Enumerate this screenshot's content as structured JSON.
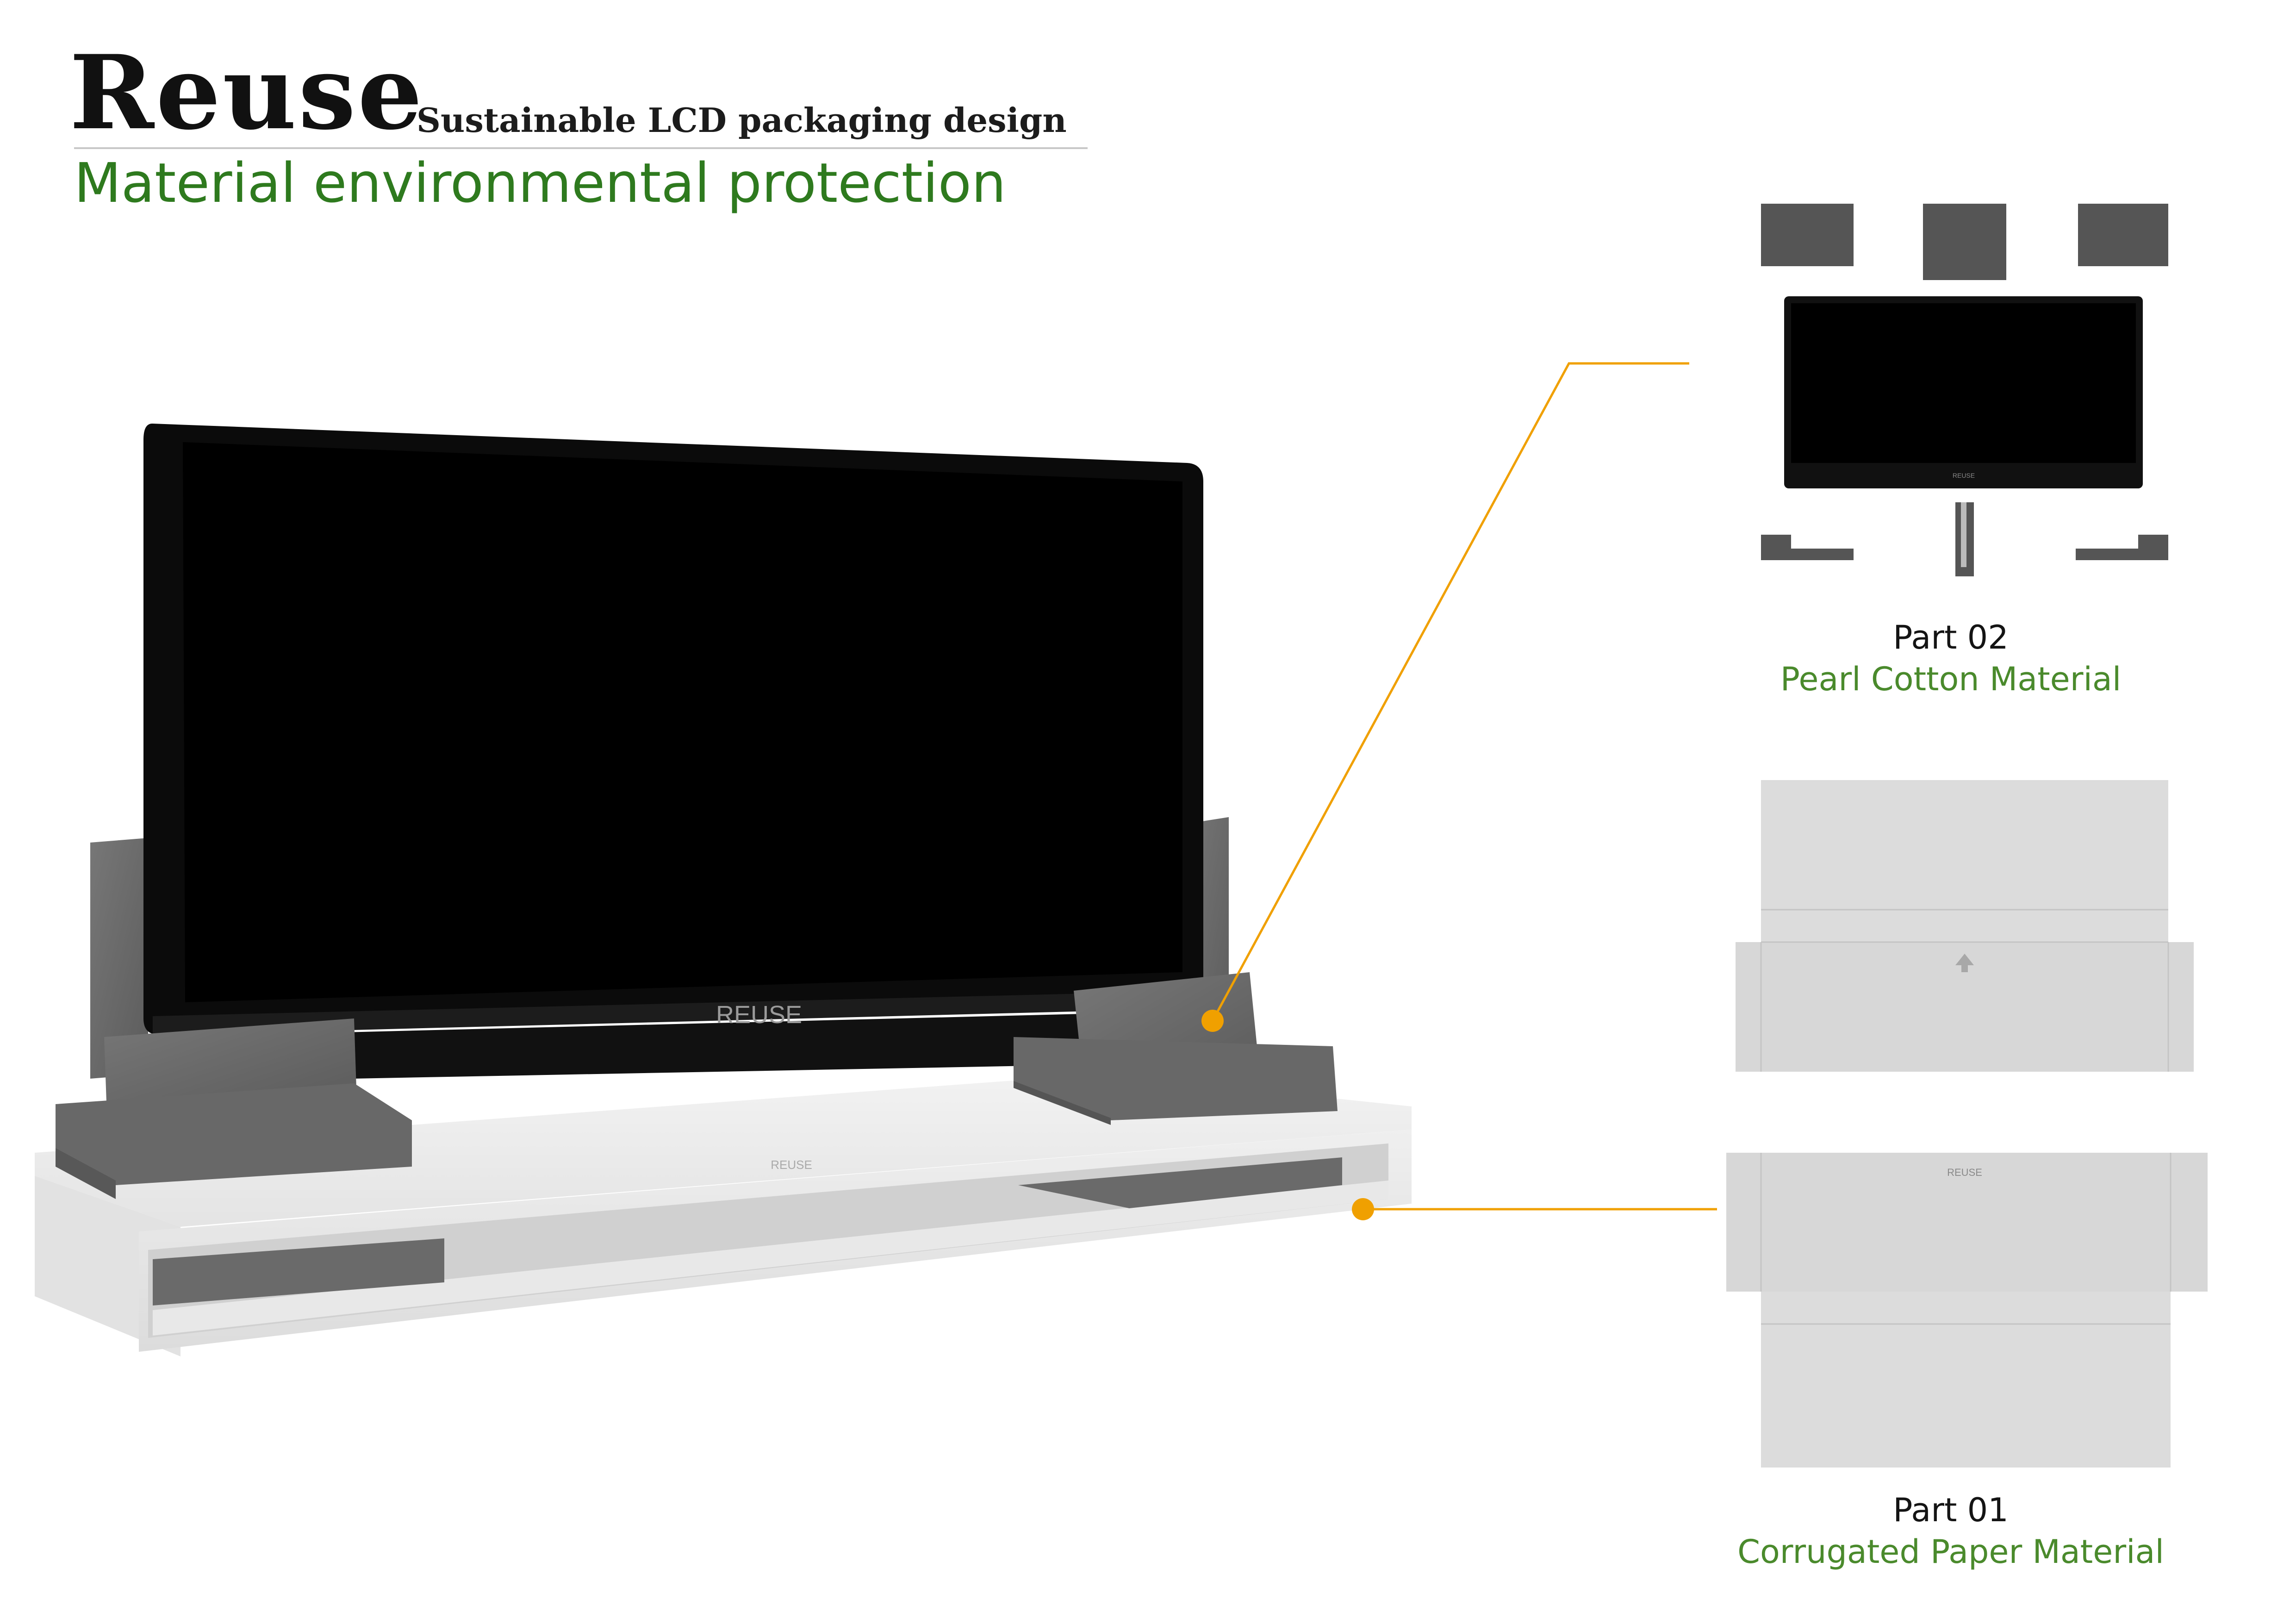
{
  "header": {
    "brand": "Reuse",
    "subtitle": "Sustainable LCD packaging design",
    "section_title": "Material environmental protection"
  },
  "product": {
    "monitor_logo": "REUSE",
    "tray_logo": "REUSE",
    "sheet_logo": "REUSE"
  },
  "parts": [
    {
      "number": "Part 02",
      "material": "Pearl Cotton Material"
    },
    {
      "number": "Part 01",
      "material": "Corrugated Paper Material"
    }
  ],
  "colors": {
    "accent_green": "#2e7a1e",
    "material_green": "#4a8a2c",
    "callout_orange": "#f0a000",
    "foam_gray": "#666666",
    "paper_gray": "#d7d7d7",
    "screen_black": "#000000"
  }
}
